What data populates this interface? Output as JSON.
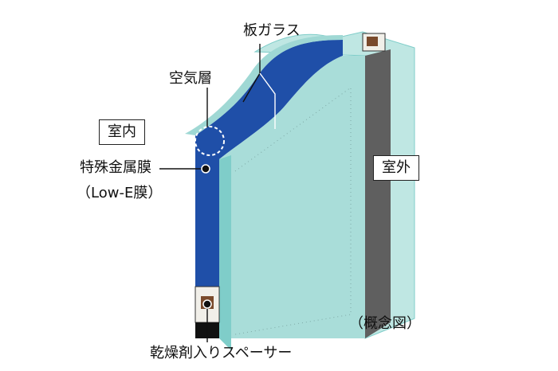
{
  "labels": {
    "plate_glass": "板ガラス",
    "air_layer": "空気層",
    "indoor": "室内",
    "outdoor": "室外",
    "metal_film": "特殊金属膜",
    "low_e": "（Low-E膜）",
    "spacer": "乾燥剤入りスペーサー",
    "concept": "（概念図）"
  },
  "colors": {
    "glass_face": "#a9ddd9",
    "glass_edge": "#7fcdc9",
    "air_layer_blue": "#1f4fa8",
    "frame_gray": "#5f5f5f",
    "spacer_white": "#f1efe9",
    "desiccant_brown": "#7a4a2c"
  },
  "icons": [
    "dot-marker-icon",
    "dashed-circle-icon"
  ]
}
